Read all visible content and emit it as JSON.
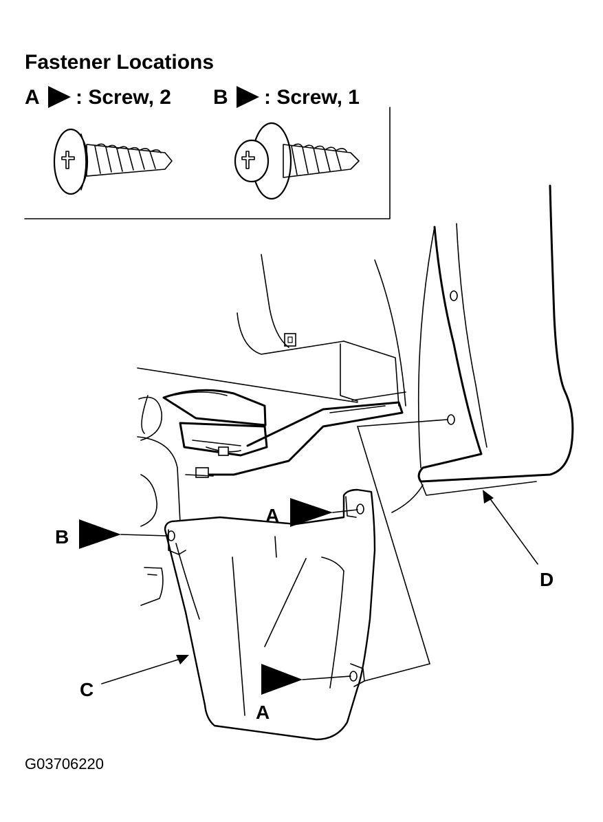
{
  "title": "Fastener Locations",
  "legend": [
    {
      "letter": "A",
      "description": ": Screw, 2"
    },
    {
      "letter": "B",
      "description": ": Screw, 1"
    }
  ],
  "callouts": {
    "a_upper": "A",
    "a_lower": "A",
    "b": "B",
    "c": "C",
    "d": "D"
  },
  "figure_code": "G03706220",
  "icons": [
    "pointer-triangle-icon",
    "pan-head-screw-icon",
    "washer-head-screw-icon"
  ]
}
